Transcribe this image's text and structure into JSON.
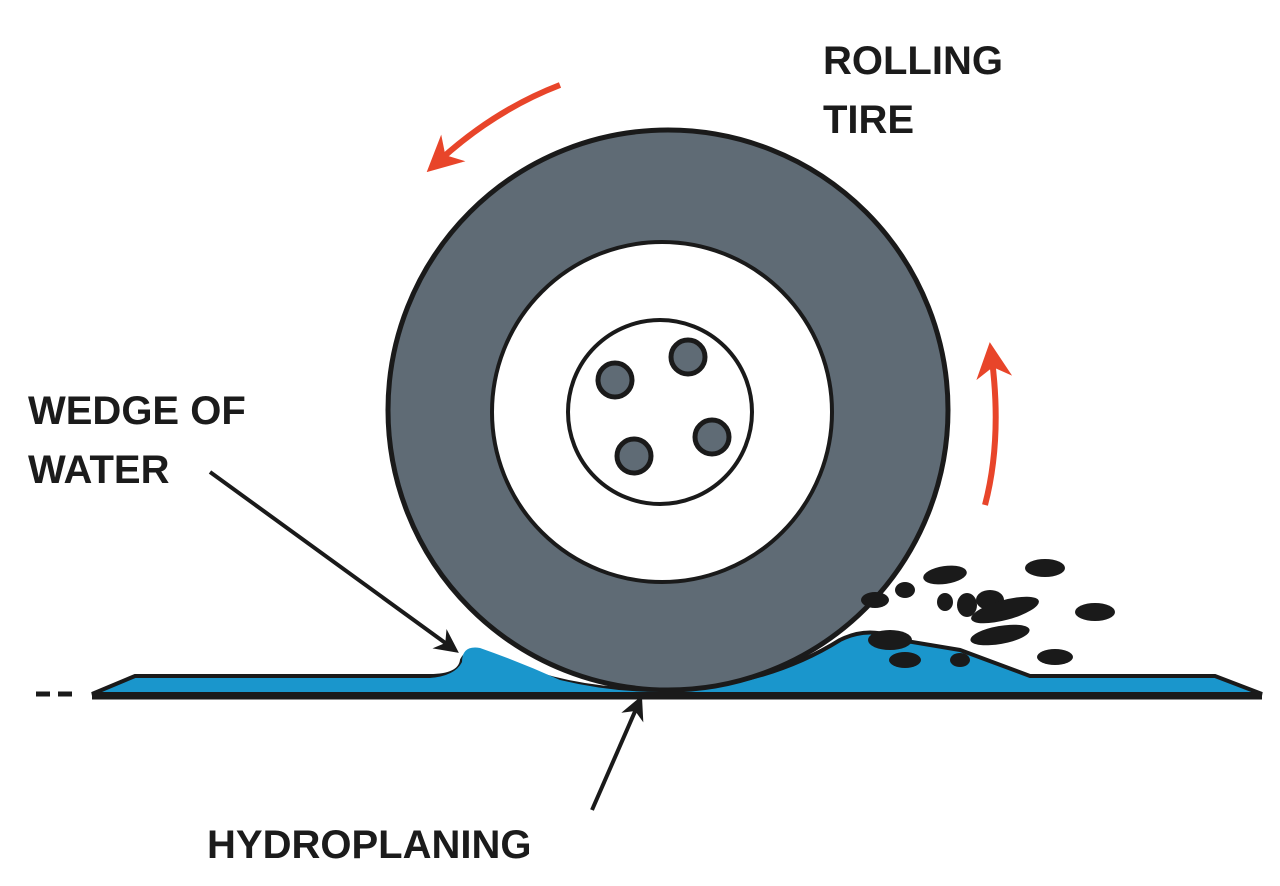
{
  "title": "Hydroplaning diagram",
  "labels": {
    "rolling_tire_line1": "ROLLING",
    "rolling_tire_line2": "TIRE",
    "wedge_line1": "WEDGE OF",
    "wedge_line2": "WATER",
    "hydroplaning": "HYDROPLANING"
  },
  "colors": {
    "tire": "#5f6b75",
    "outline": "#1a1a1a",
    "water": "#1a96cc",
    "rotation_arrow": "#e8452a",
    "background": "#ffffff",
    "hub": "#ffffff"
  },
  "parts": {
    "lug_nut_count": 4,
    "rotation_direction": "counterclockwise"
  }
}
